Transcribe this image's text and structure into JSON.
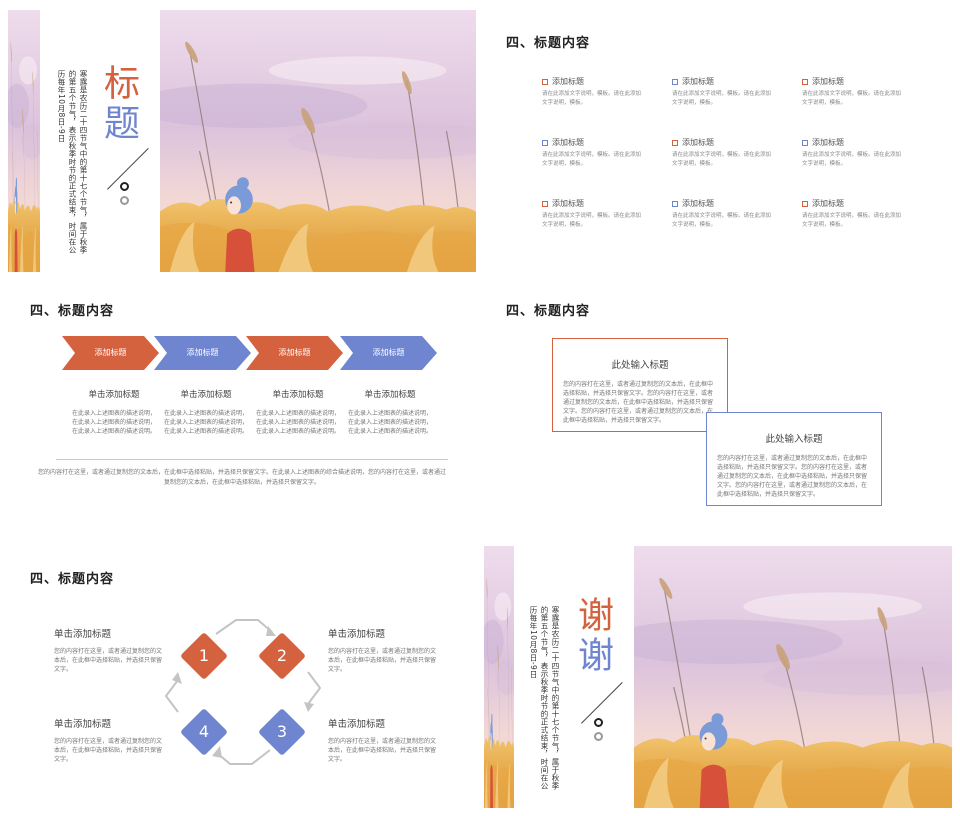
{
  "slides": {
    "cover": {
      "title_chars": [
        "标",
        "题"
      ],
      "body": "寒露是农历二十四节气中的第十七个节气，属于秋季的第五个节气，表示秋季时节的正式结束，时间在公历每年10月8日-9日"
    },
    "grid": {
      "heading": "四、标题内容",
      "items": [
        {
          "title": "添加标题",
          "desc": "请在此添加文字说明，模板。请在此添加文字说明，模板。",
          "color": "#d4623f"
        },
        {
          "title": "添加标题",
          "desc": "请在此添加文字说明，模板。请在此添加文字说明，模板。",
          "color": "#6f85cf"
        },
        {
          "title": "添加标题",
          "desc": "请在此添加文字说明，模板。请在此添加文字说明，模板。",
          "color": "#d4623f"
        },
        {
          "title": "添加标题",
          "desc": "请在此添加文字说明，模板。请在此添加文字说明，模板。",
          "color": "#6f85cf"
        },
        {
          "title": "添加标题",
          "desc": "请在此添加文字说明，模板。请在此添加文字说明，模板。",
          "color": "#d4623f"
        },
        {
          "title": "添加标题",
          "desc": "请在此添加文字说明，模板。请在此添加文字说明，模板。",
          "color": "#6f85cf"
        },
        {
          "title": "添加标题",
          "desc": "请在此添加文字说明，模板。请在此添加文字说明，模板。",
          "color": "#d4623f"
        },
        {
          "title": "添加标题",
          "desc": "请在此添加文字说明，模板。请在此添加文字说明，模板。",
          "color": "#6f85cf"
        },
        {
          "title": "添加标题",
          "desc": "请在此添加文字说明，模板。请在此添加文字说明，模板。",
          "color": "#d4623f"
        }
      ]
    },
    "process": {
      "heading": "四、标题内容",
      "chevrons": [
        "添加标题",
        "添加标题",
        "添加标题",
        "添加标题"
      ],
      "columns": [
        {
          "title": "单击添加标题",
          "desc": "在此录入上述图表的描述说明，在此录入上述图表的描述说明，在此录入上述图表的描述说明。"
        },
        {
          "title": "单击添加标题",
          "desc": "在此录入上述图表的描述说明，在此录入上述图表的描述说明，在此录入上述图表的描述说明。"
        },
        {
          "title": "单击添加标题",
          "desc": "在此录入上述图表的描述说明，在此录入上述图表的描述说明，在此录入上述图表的描述说明。"
        },
        {
          "title": "单击添加标题",
          "desc": "在此录入上述图表的描述说明，在此录入上述图表的描述说明，在此录入上述图表的描述说明。"
        }
      ],
      "footer": "您的内容打在这里，或者通过复制您的文本后，在此框中选择粘贴，并选择只保留文字。在此录入上述图表的综合描述说明，您的内容打在这里，或者通过复制您的文本后，在此框中选择粘贴，并选择只保留文字。"
    },
    "boxes": {
      "heading": "四、标题内容",
      "box1": {
        "title": "此处输入标题",
        "desc": "您的内容打在这里，或者通过复制您的文本后，在此框中选择粘贴，并选择只保留文字。您的内容打在这里，或者通过复制您的文本后，在此框中选择粘贴，并选择只保留文字。您的内容打在这里，或者通过复制您的文本后，在此框中选择粘贴，并选择只保留文字。"
      },
      "box2": {
        "title": "此处输入标题",
        "desc": "您的内容打在这里，或者通过复制您的文本后，在此框中选择粘贴，并选择只保留文字。您的内容打在这里，或者通过复制您的文本后，在此框中选择粘贴，并选择只保留文字。您的内容打在这里，或者通过复制您的文本后，在此框中选择粘贴，并选择只保留文字。"
      }
    },
    "cycle": {
      "heading": "四、标题内容",
      "items": [
        {
          "title": "单击添加标题",
          "desc": "您的内容打在这里，或者通过复制您的文本后，在此框中选择粘贴，并选择只保留文字。"
        },
        {
          "title": "单击添加标题",
          "desc": "您的内容打在这里，或者通过复制您的文本后，在此框中选择粘贴，并选择只保留文字。"
        },
        {
          "title": "单击添加标题",
          "desc": "您的内容打在这里，或者通过复制您的文本后，在此框中选择粘贴，并选择只保留文字。"
        },
        {
          "title": "单击添加标题",
          "desc": "您的内容打在这里，或者通过复制您的文本后，在此框中选择粘贴，并选择只保留文字。"
        }
      ],
      "numbers": [
        "1",
        "2",
        "3",
        "4"
      ]
    },
    "thanks": {
      "title_chars": [
        "谢",
        "谢"
      ],
      "body": "寒露是农历二十四节气中的第十七个节气，属于秋季的第五个节气，表示秋季时节的正式结束，时间在公历每年10月8日-9日"
    }
  },
  "colors": {
    "orange": "#d4623f",
    "blue": "#6f85cf"
  }
}
